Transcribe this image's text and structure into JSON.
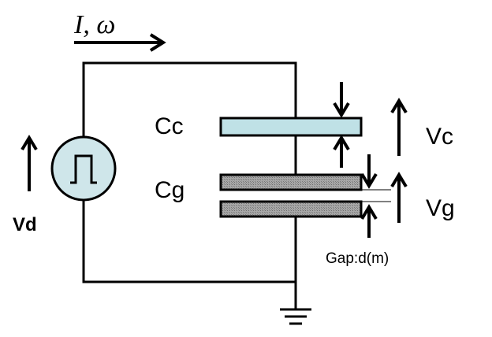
{
  "current_label": "I, ω",
  "labels": {
    "cc": "Cc",
    "cg": "Cg",
    "vd": "Vd",
    "vc": "Vc",
    "vg": "Vg",
    "gap": "Gap:d(m)"
  },
  "icons": {
    "source": "pulse-voltage-source-icon",
    "ground": "ground-icon"
  },
  "colors": {
    "source_fill": "#cfe6ea",
    "cc_plate_fill": "#bfe1e6",
    "cg_plate_fill": "#9a9a9a",
    "line": "#000000"
  }
}
